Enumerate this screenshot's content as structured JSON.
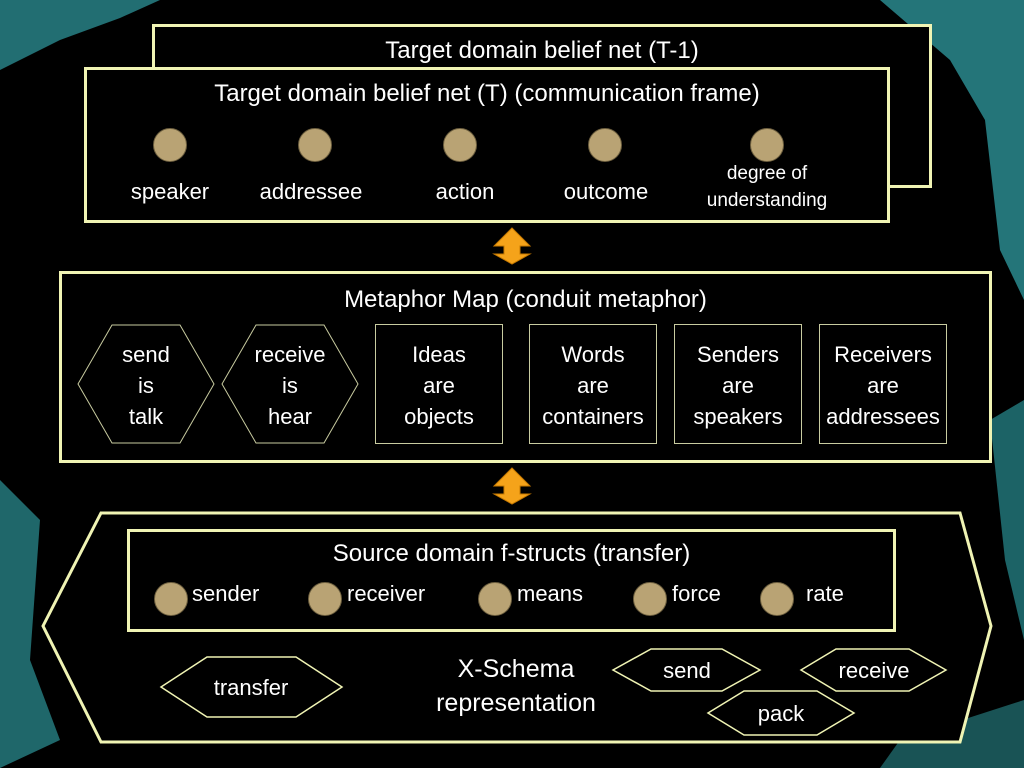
{
  "colors": {
    "border": "#f0f4b4",
    "node": "#b9a374",
    "arrow": "#f5a31a",
    "background": "#000000",
    "decor": "#2a8a8e"
  },
  "back_frame": {
    "title": "Target domain belief net (T-1)"
  },
  "target_frame": {
    "title": "Target domain belief net (T) (communication frame)",
    "nodes": [
      {
        "label": "speaker"
      },
      {
        "label": "addressee"
      },
      {
        "label": "action"
      },
      {
        "label": "outcome"
      },
      {
        "line1": "degree of",
        "line2": "understanding"
      }
    ]
  },
  "metaphor_map": {
    "title": "Metaphor Map (conduit metaphor)",
    "items": [
      {
        "shape": "hexagon",
        "lines": [
          "send",
          "is",
          "talk"
        ]
      },
      {
        "shape": "hexagon",
        "lines": [
          "receive",
          "is",
          "hear"
        ]
      },
      {
        "shape": "rectangle",
        "lines": [
          "Ideas",
          "are",
          "objects"
        ]
      },
      {
        "shape": "rectangle",
        "lines": [
          "Words",
          "are",
          "containers"
        ]
      },
      {
        "shape": "rectangle",
        "lines": [
          "Senders",
          "are",
          "speakers"
        ]
      },
      {
        "shape": "rectangle",
        "lines": [
          "Receivers",
          "are",
          "addressees"
        ]
      }
    ]
  },
  "source_frame": {
    "title": "Source domain f-structs (transfer)",
    "nodes": [
      {
        "label": "sender"
      },
      {
        "label": "receiver"
      },
      {
        "label": "means"
      },
      {
        "label": "force"
      },
      {
        "label": "rate"
      }
    ]
  },
  "xschema": {
    "title_line1": "X-Schema",
    "title_line2": "representation",
    "actions": [
      {
        "label": "transfer"
      },
      {
        "label": "send"
      },
      {
        "label": "receive"
      },
      {
        "label": "pack"
      }
    ]
  }
}
